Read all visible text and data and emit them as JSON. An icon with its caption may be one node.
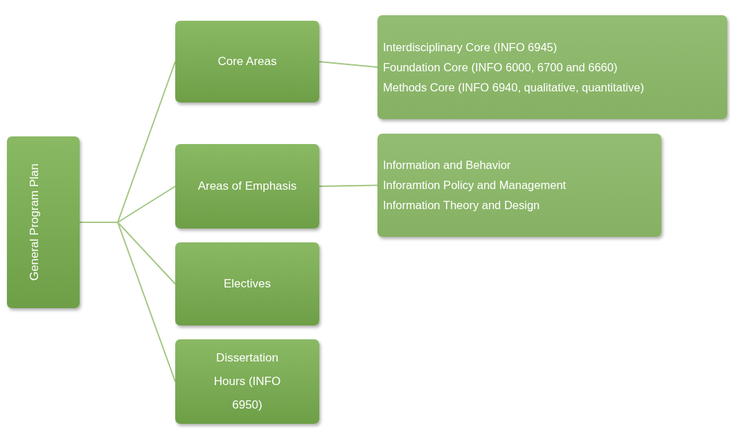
{
  "diagram": {
    "nodes": [
      {
        "text": [
          "General Program Plan"
        ]
      },
      {
        "text": [
          "Core Areas"
        ]
      },
      {
        "text": [
          "Areas of Emphasis"
        ]
      },
      {
        "text": [
          "Electives"
        ]
      },
      {
        "text": [
          "Dissertation Hours (INFO 6950)"
        ]
      },
      {
        "text": [
          "Interdisciplinary Core (INFO 6945)",
          "Foundation Core (INFO 6000, 6700 and 6660)",
          "Methods Core (INFO 6940, qualitative, quantitative)"
        ]
      },
      {
        "text": [
          "Information and Behavior",
          "Inforamtion Policy and Management",
          "Information Theory and Design"
        ]
      }
    ],
    "edges": [
      {
        "from": 0,
        "to": 1,
        "arrow": "none"
      },
      {
        "from": 0,
        "to": 2,
        "arrow": "none"
      },
      {
        "from": 0,
        "to": 3,
        "arrow": "none"
      },
      {
        "from": 0,
        "to": 4,
        "arrow": "none"
      },
      {
        "from": 1,
        "to": 5,
        "arrow": "none"
      },
      {
        "from": 2,
        "to": 6,
        "arrow": "none"
      }
    ]
  }
}
